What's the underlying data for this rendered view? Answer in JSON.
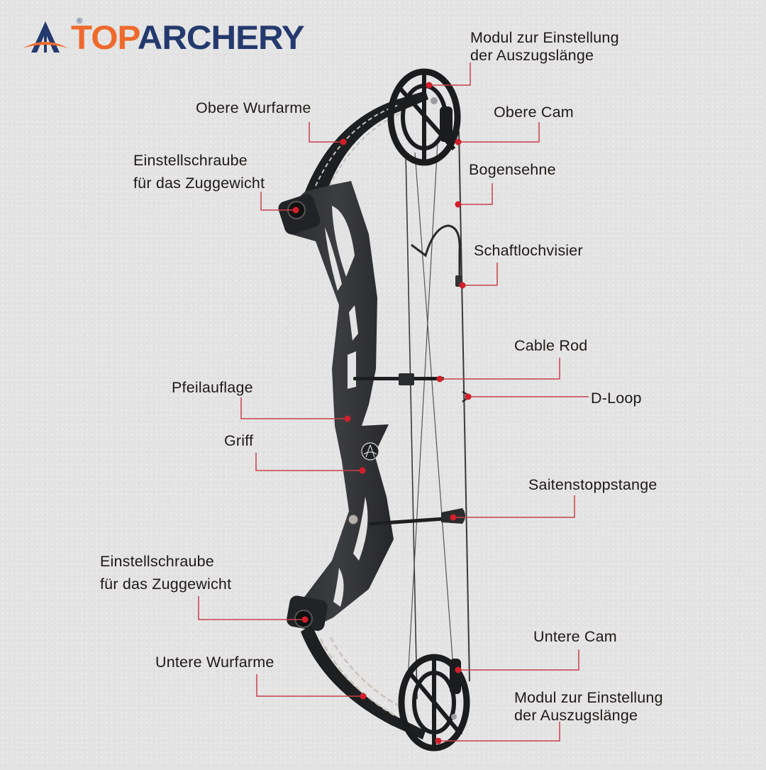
{
  "brand": {
    "name_part1": "TOP",
    "name_part2": "ARCHERY",
    "registered_mark": "®",
    "colors": {
      "orange": "#ee6a2c",
      "navy": "#243a6e"
    }
  },
  "diagram": {
    "subject": "Compound bow",
    "background": "#e3e3e3",
    "marker_color": "#d21f2b",
    "leader_color": "#c9414b",
    "labels": [
      {
        "id": "upper-module",
        "line1": "Modul zur Einstellung",
        "line2": "der Auszugslänge"
      },
      {
        "id": "upper-limb",
        "line1": "Obere Wurfarme"
      },
      {
        "id": "upper-cam",
        "line1": "Obere Cam"
      },
      {
        "id": "upper-draw-weight-screw",
        "line1": "Einstellschraube",
        "line2": "für das Zuggewicht"
      },
      {
        "id": "bowstring",
        "line1": "Bogensehne"
      },
      {
        "id": "peep-sight",
        "line1": "Schaftlochvisier"
      },
      {
        "id": "cable-rod",
        "line1": "Cable Rod"
      },
      {
        "id": "d-loop",
        "line1": "D-Loop"
      },
      {
        "id": "arrow-rest",
        "line1": "Pfeilauflage"
      },
      {
        "id": "grip",
        "line1": "Griff"
      },
      {
        "id": "string-stop",
        "line1": "Saitenstoppstange"
      },
      {
        "id": "lower-draw-weight-screw",
        "line1": "Einstellschraube",
        "line2": "für das Zuggewicht"
      },
      {
        "id": "lower-limb",
        "line1": "Untere Wurfarme"
      },
      {
        "id": "lower-cam",
        "line1": "Untere Cam"
      },
      {
        "id": "lower-module",
        "line1": "Modul zur Einstellung",
        "line2": "der Auszugslänge"
      }
    ]
  }
}
